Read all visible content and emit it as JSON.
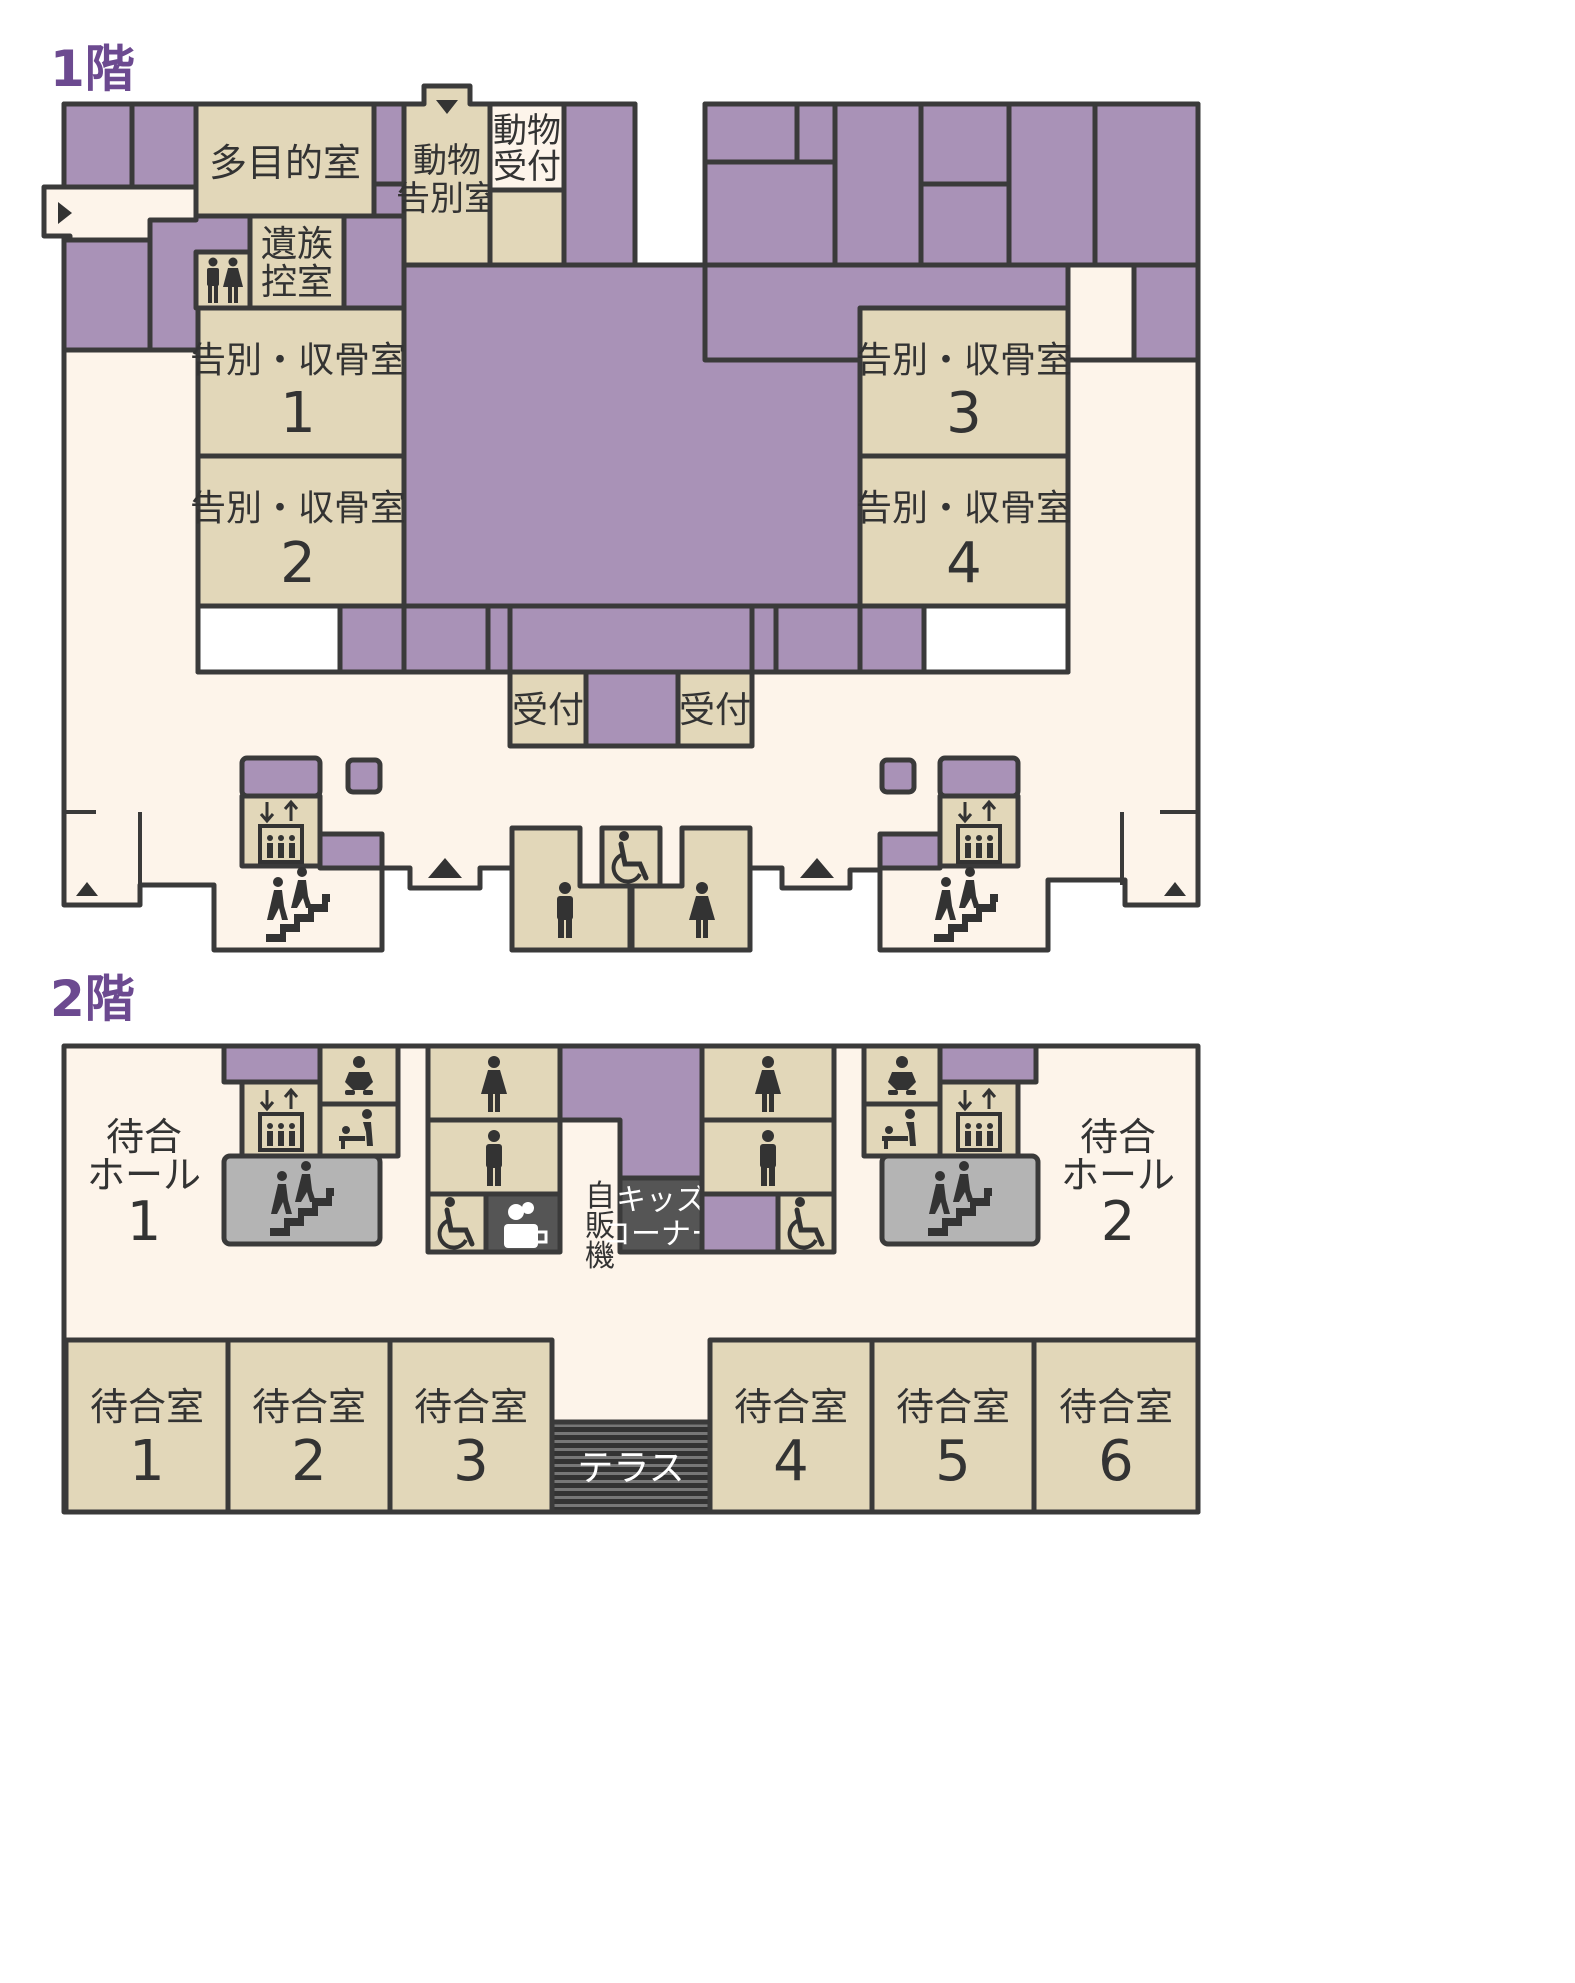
{
  "colors": {
    "purple": "#a992b7",
    "beige": "#e2d7b9",
    "corridor": "#fdf4ea",
    "white": "#ffffff",
    "gray": "#b4b4b4",
    "dark": "#555555",
    "title": "#6c4a90",
    "outline": "#3a3a3a"
  },
  "floor1": {
    "title": "1階",
    "rooms": {
      "multipurpose": "多目的室",
      "animal_farewell_line1": "動物",
      "animal_farewell_line2": "告別室",
      "animal_reception_line1": "動物",
      "animal_reception_line2": "受付",
      "family_room_line1": "遺族",
      "family_room_line2": "控室",
      "ceremony_name": "告別・収骨室",
      "ceremony_1": "1",
      "ceremony_2": "2",
      "ceremony_3": "3",
      "ceremony_4": "4",
      "reception_left": "受付",
      "reception_right": "受付"
    },
    "icons": [
      "restroom-icon",
      "elevator-icon",
      "stairs-icon",
      "wheelchair-icon",
      "man-icon",
      "woman-icon",
      "entrance-arrow-icon"
    ]
  },
  "floor2": {
    "title": "2階",
    "rooms": {
      "hall_line1": "待合",
      "hall_line2": "ホール",
      "hall_1": "1",
      "hall_2": "2",
      "waiting_name": "待合室",
      "waiting_1": "1",
      "waiting_2": "2",
      "waiting_3": "3",
      "waiting_4": "4",
      "waiting_5": "5",
      "waiting_6": "6",
      "terrace": "テラス",
      "vending_1": "自",
      "vending_2": "販",
      "vending_3": "機",
      "kids_line1": "キッズ",
      "kids_line2": "コーナー"
    },
    "icons": [
      "baby-seat-icon",
      "diaper-change-icon",
      "elevator-icon",
      "stairs-icon",
      "man-icon",
      "woman-icon",
      "wheelchair-icon",
      "ostomy-icon"
    ]
  }
}
